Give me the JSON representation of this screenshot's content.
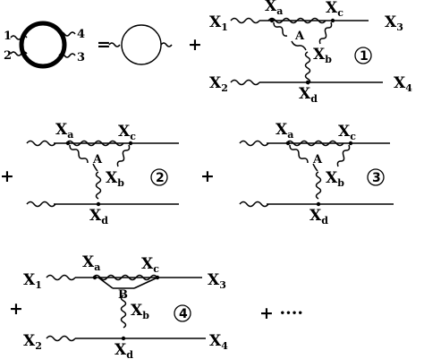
{
  "eq1": {
    "legs": {
      "p1": "1",
      "p2": "2",
      "p3": "3",
      "p4": "4"
    },
    "equals": "=",
    "plus": "+",
    "diagram": {
      "x1": "X",
      "x1s": "1",
      "x2": "X",
      "x2s": "2",
      "x3": "X",
      "x3s": "3",
      "x4": "X",
      "x4s": "4",
      "xa": "X",
      "xas": "a",
      "xb": "X",
      "xbs": "b",
      "xc": "X",
      "xcs": "c",
      "xd": "X",
      "xds": "d",
      "vertex": "A",
      "index": "1"
    }
  },
  "row2": {
    "plus_left": "+",
    "plus_mid": "+",
    "d2": {
      "xa": "X",
      "xas": "a",
      "xb": "X",
      "xbs": "b",
      "xc": "X",
      "xcs": "c",
      "xd": "X",
      "xds": "d",
      "vertex": "A",
      "index": "2"
    },
    "d3": {
      "xa": "X",
      "xas": "a",
      "xb": "X",
      "xbs": "b",
      "xc": "X",
      "xcs": "c",
      "xd": "X",
      "xds": "d",
      "vertex": "A",
      "index": "3"
    }
  },
  "row3": {
    "plus_left": "+",
    "d4": {
      "x1": "X",
      "x1s": "1",
      "x2": "X",
      "x2s": "2",
      "x3": "X",
      "x3s": "3",
      "x4": "X",
      "x4s": "4",
      "xa": "X",
      "xas": "a",
      "xb": "X",
      "xbs": "b",
      "xc": "X",
      "xcs": "c",
      "xd": "X",
      "xds": "d",
      "vertex": "B",
      "index": "4"
    },
    "tail": "+ ····"
  }
}
